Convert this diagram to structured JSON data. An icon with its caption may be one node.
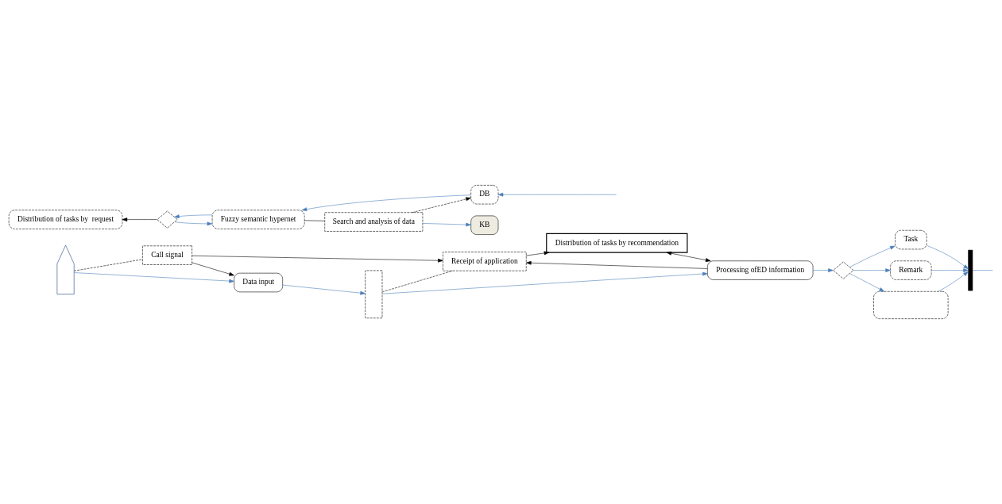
{
  "diagram": {
    "nodes": [
      {
        "text": [
          "Call signal"
        ]
      },
      {
        "text": [
          "Receipt of application"
        ]
      },
      {
        "text": [
          "Distribution of tasks by recommendation"
        ]
      },
      {
        "text": [],
        "shape": "pentagon"
      },
      {
        "text": [
          "Data input"
        ]
      },
      {
        "text": [],
        "shape": "box"
      },
      {
        "text": [
          "Processing ofED information"
        ]
      },
      {
        "text": [],
        "shape": "diamond"
      },
      {
        "text": [
          "Task"
        ]
      },
      {
        "text": [
          "Remark"
        ]
      },
      {
        "text": [],
        "shape": "box"
      },
      {
        "text": [],
        "shape": "bar"
      },
      {
        "text": [
          "Distribution of tasks by  request"
        ]
      },
      {
        "text": [
          "Fuzzy semantic hypernet"
        ]
      },
      {
        "text": [
          "DB"
        ]
      },
      {
        "text": [],
        "shape": "diamond"
      },
      {
        "text": [
          "Search and analysis of data"
        ]
      },
      {
        "text": [
          "KB"
        ]
      }
    ],
    "edges": [
      {
        "from": 3,
        "to": 4,
        "arrow": "to"
      },
      {
        "from": 3,
        "to": 0,
        "arrow": "none",
        "style": "dashed",
        "color": "#000000"
      },
      {
        "from": 0,
        "to": 4,
        "arrow": "to",
        "color": "#000000"
      },
      {
        "from": 0,
        "to": 1,
        "arrow": "to",
        "color": "#000000"
      },
      {
        "from": 4,
        "to": 5,
        "arrow": "to"
      },
      {
        "from": 5,
        "to": 1,
        "arrow": "none",
        "style": "dashed",
        "color": "#000000"
      },
      {
        "from": 5,
        "to": 6,
        "arrow": "to"
      },
      {
        "from": 6,
        "to": 1,
        "arrow": "to",
        "color": "#000000"
      },
      {
        "from": 1,
        "to": 2,
        "arrow": "to",
        "color": "#000000"
      },
      {
        "from": 2,
        "to": 6,
        "arrow": "both",
        "color": "#000000"
      },
      {
        "from": 6,
        "to": 7,
        "arrow": "to"
      },
      {
        "from": 7,
        "to": 8,
        "arrow": "to"
      },
      {
        "from": 7,
        "to": 9,
        "arrow": "to"
      },
      {
        "from": 7,
        "to": 10,
        "arrow": "to"
      },
      {
        "from": 8,
        "to": 11,
        "arrow": "to"
      },
      {
        "from": 9,
        "to": 11,
        "arrow": "to"
      },
      {
        "from": 10,
        "to": 11,
        "arrow": "to"
      },
      {
        "from": 11,
        "to": null,
        "arrow": "none"
      },
      {
        "from": 15,
        "to": 12,
        "arrow": "to",
        "color": "#000000"
      },
      {
        "from": 15,
        "to": 13,
        "arrow": "to"
      },
      {
        "from": 13,
        "to": 15,
        "arrow": "to"
      },
      {
        "from": 14,
        "to": 13,
        "arrow": "to"
      },
      {
        "from": null,
        "to": 14,
        "arrow": "to"
      },
      {
        "from": 16,
        "to": 14,
        "arrow": "to",
        "style": "dashed",
        "color": "#000000"
      },
      {
        "from": 16,
        "to": 17,
        "arrow": "to"
      },
      {
        "from": 13,
        "to": 16,
        "arrow": "none",
        "color": "#000000"
      }
    ]
  }
}
